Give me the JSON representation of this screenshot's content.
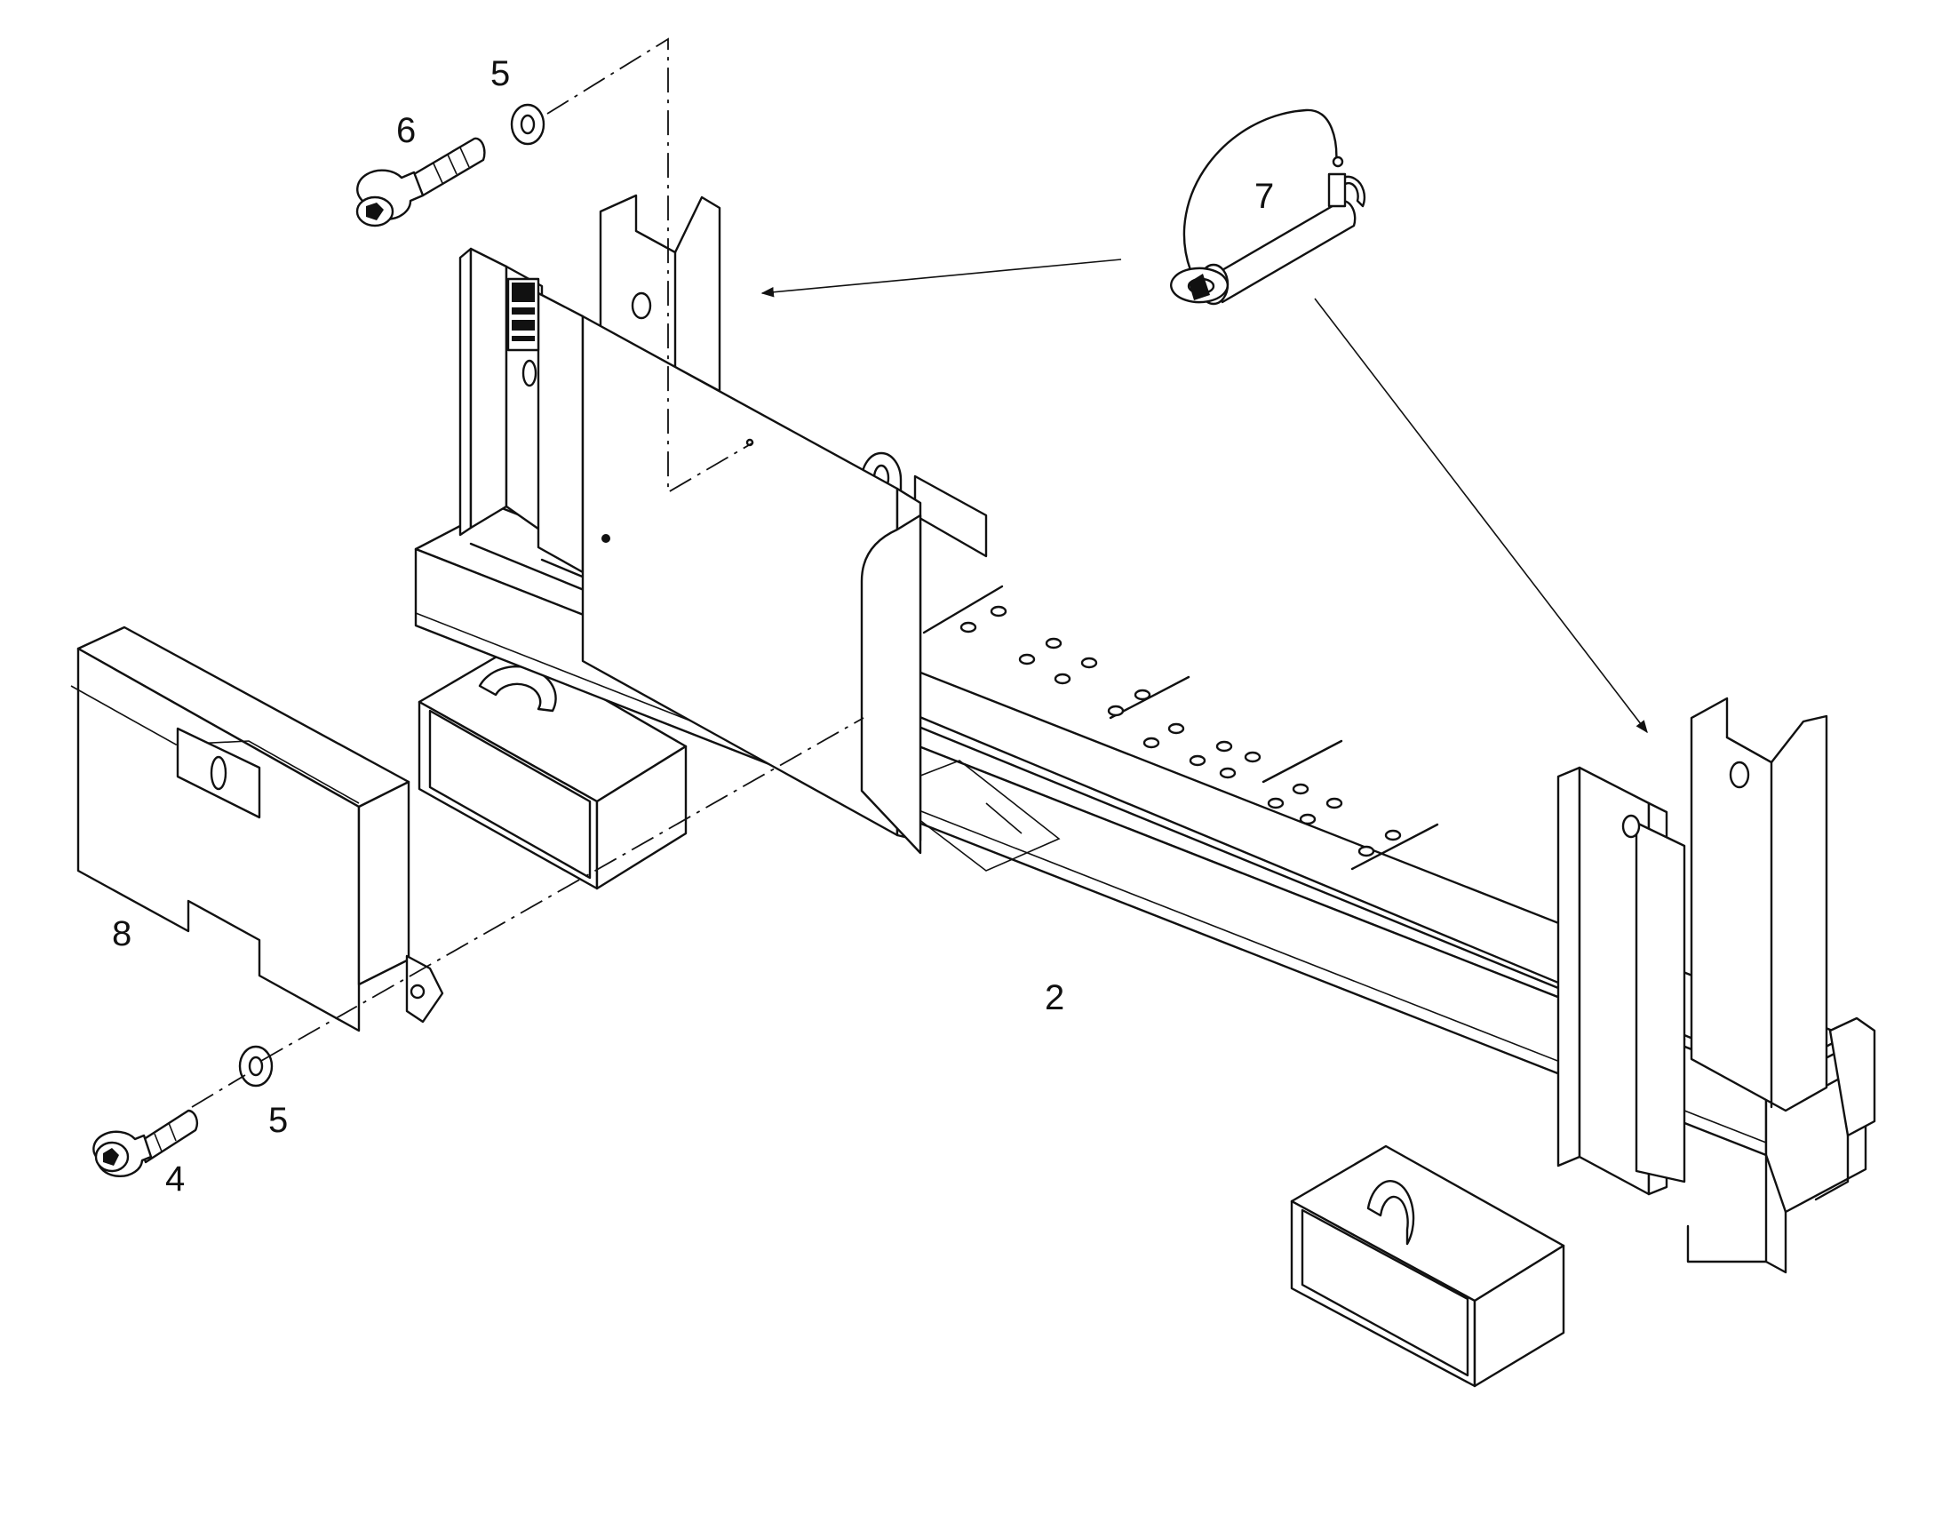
{
  "callouts": {
    "part_2": "2",
    "part_4": "4",
    "part_5_top": "5",
    "part_5_bottom": "5",
    "part_6": "6",
    "part_7": "7",
    "part_8": "8"
  }
}
